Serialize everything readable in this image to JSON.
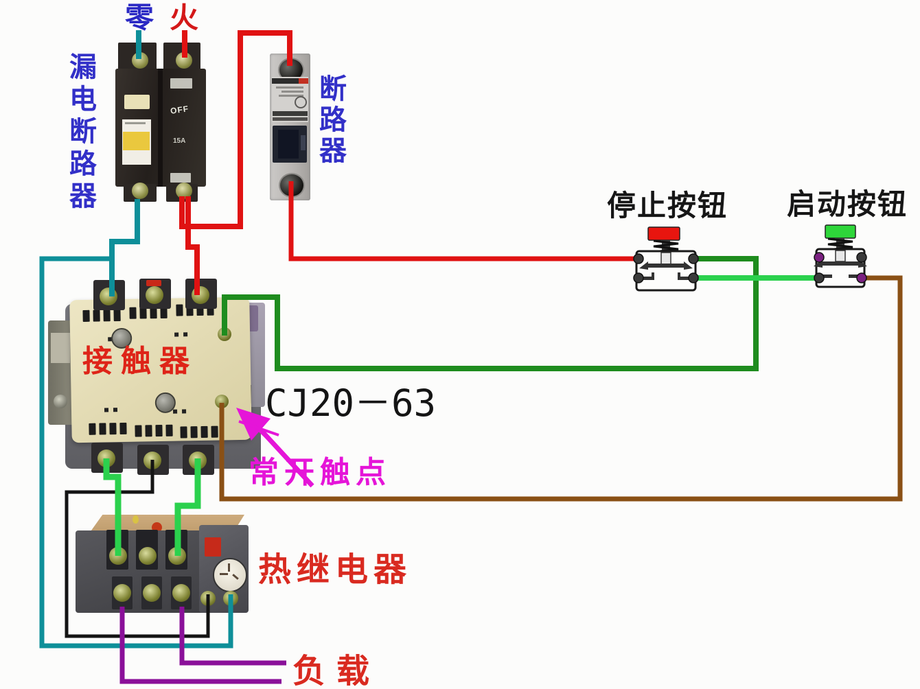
{
  "page": {
    "background": "#fcfcfb",
    "description": "Chinese motor-starter wiring diagram: leakage breaker, breaker, CJ20-63 contactor, thermal relay, stop/start pushbuttons, load"
  },
  "labels": {
    "neutral": "零",
    "live": "火",
    "leakage_breaker": "漏电断路器",
    "breaker": "断路器",
    "contactor": "接触器",
    "contactor_model": "CJ20－63",
    "normally_open_contact": "常开触点",
    "stop_button": "停止按钮",
    "start_button": "启动按钮",
    "thermal_relay": "热继电器",
    "load": "负载"
  },
  "markings": {
    "breaker_off": "OFF",
    "breaker_current": "15A"
  },
  "colors": {
    "neutral_wire": "#0e8f99",
    "live_wire": "#e01212",
    "aux_green_dark": "#1e8c1e",
    "main_green_bright": "#2bd14d",
    "aux_brown": "#8a5015",
    "load_purple": "#8a1099",
    "phase_black": "#141414",
    "label_blue": "#3230c8",
    "label_red": "#de2418",
    "label_magenta": "#e515d8",
    "label_black": "#1a1a1a",
    "stop_cap": "#e8150f",
    "start_cap": "#2ed63a"
  }
}
